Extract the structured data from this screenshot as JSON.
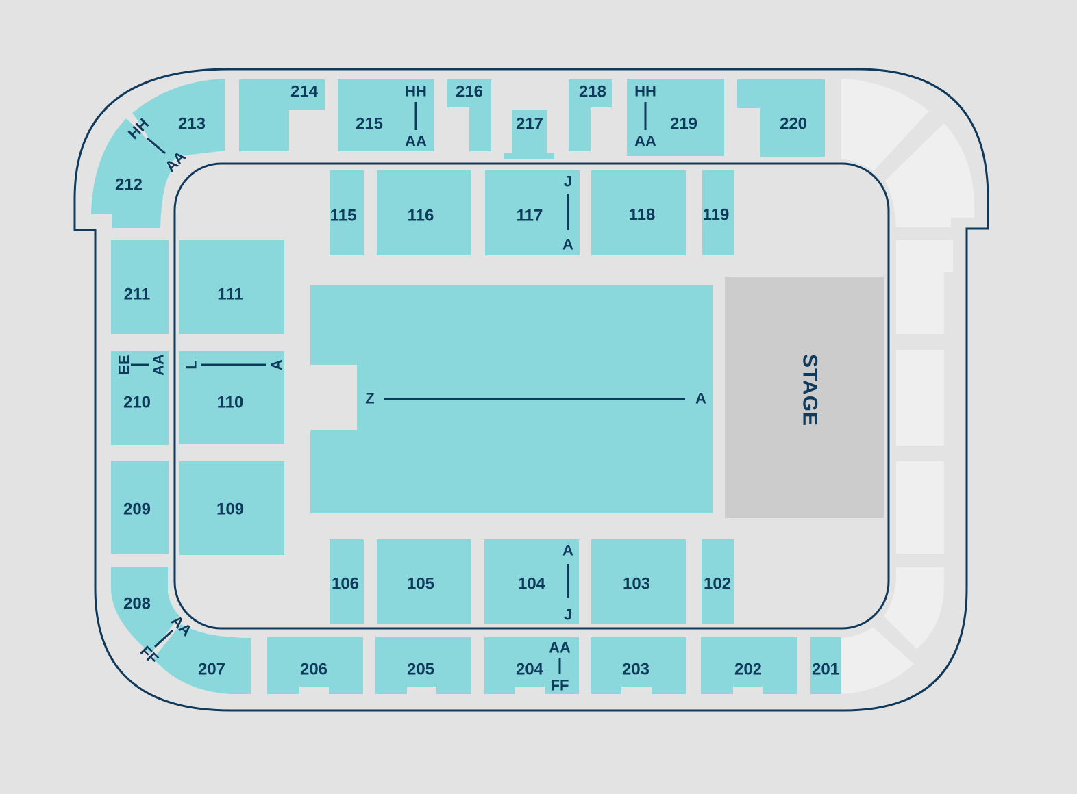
{
  "stage": {
    "label": "STAGE"
  },
  "floor": {
    "row_first": "Z",
    "row_last": "A"
  },
  "sections": {
    "s101": "",
    "s102": "102",
    "s103": "103",
    "s104": "104",
    "s105": "105",
    "s106": "106",
    "s109": "109",
    "s110": "110",
    "s111": "111",
    "s115": "115",
    "s116": "116",
    "s117": "117",
    "s118": "118",
    "s119": "119",
    "s201": "201",
    "s202": "202",
    "s203": "203",
    "s204": "204",
    "s205": "205",
    "s206": "206",
    "s207": "207",
    "s208": "208",
    "s209": "209",
    "s210": "210",
    "s211": "211",
    "s212": "212",
    "s213": "213",
    "s214": "214",
    "s215": "215",
    "s216": "216",
    "s217": "217",
    "s218": "218",
    "s219": "219",
    "s220": "220"
  },
  "row_ranges": {
    "r117": {
      "top": "J",
      "bottom": "A"
    },
    "r104": {
      "top": "A",
      "bottom": "J"
    },
    "r110": {
      "left": "L",
      "right": "A"
    },
    "r210": {
      "left": "EE",
      "right": "AA"
    },
    "r215": {
      "top": "HH",
      "bottom": "AA"
    },
    "r219": {
      "top": "HH",
      "bottom": "AA"
    },
    "r204": {
      "top": "AA",
      "bottom": "FF"
    },
    "r212_213": {
      "outer": "HH",
      "inner": "AA"
    },
    "r207_208": {
      "inner": "AA",
      "outer": "FF"
    }
  },
  "colors": {
    "background": "#e3e3e3",
    "available": "#8ad8dc",
    "unavailable": "#efefef",
    "stage": "#cccccc",
    "outline": "#103a5c"
  }
}
